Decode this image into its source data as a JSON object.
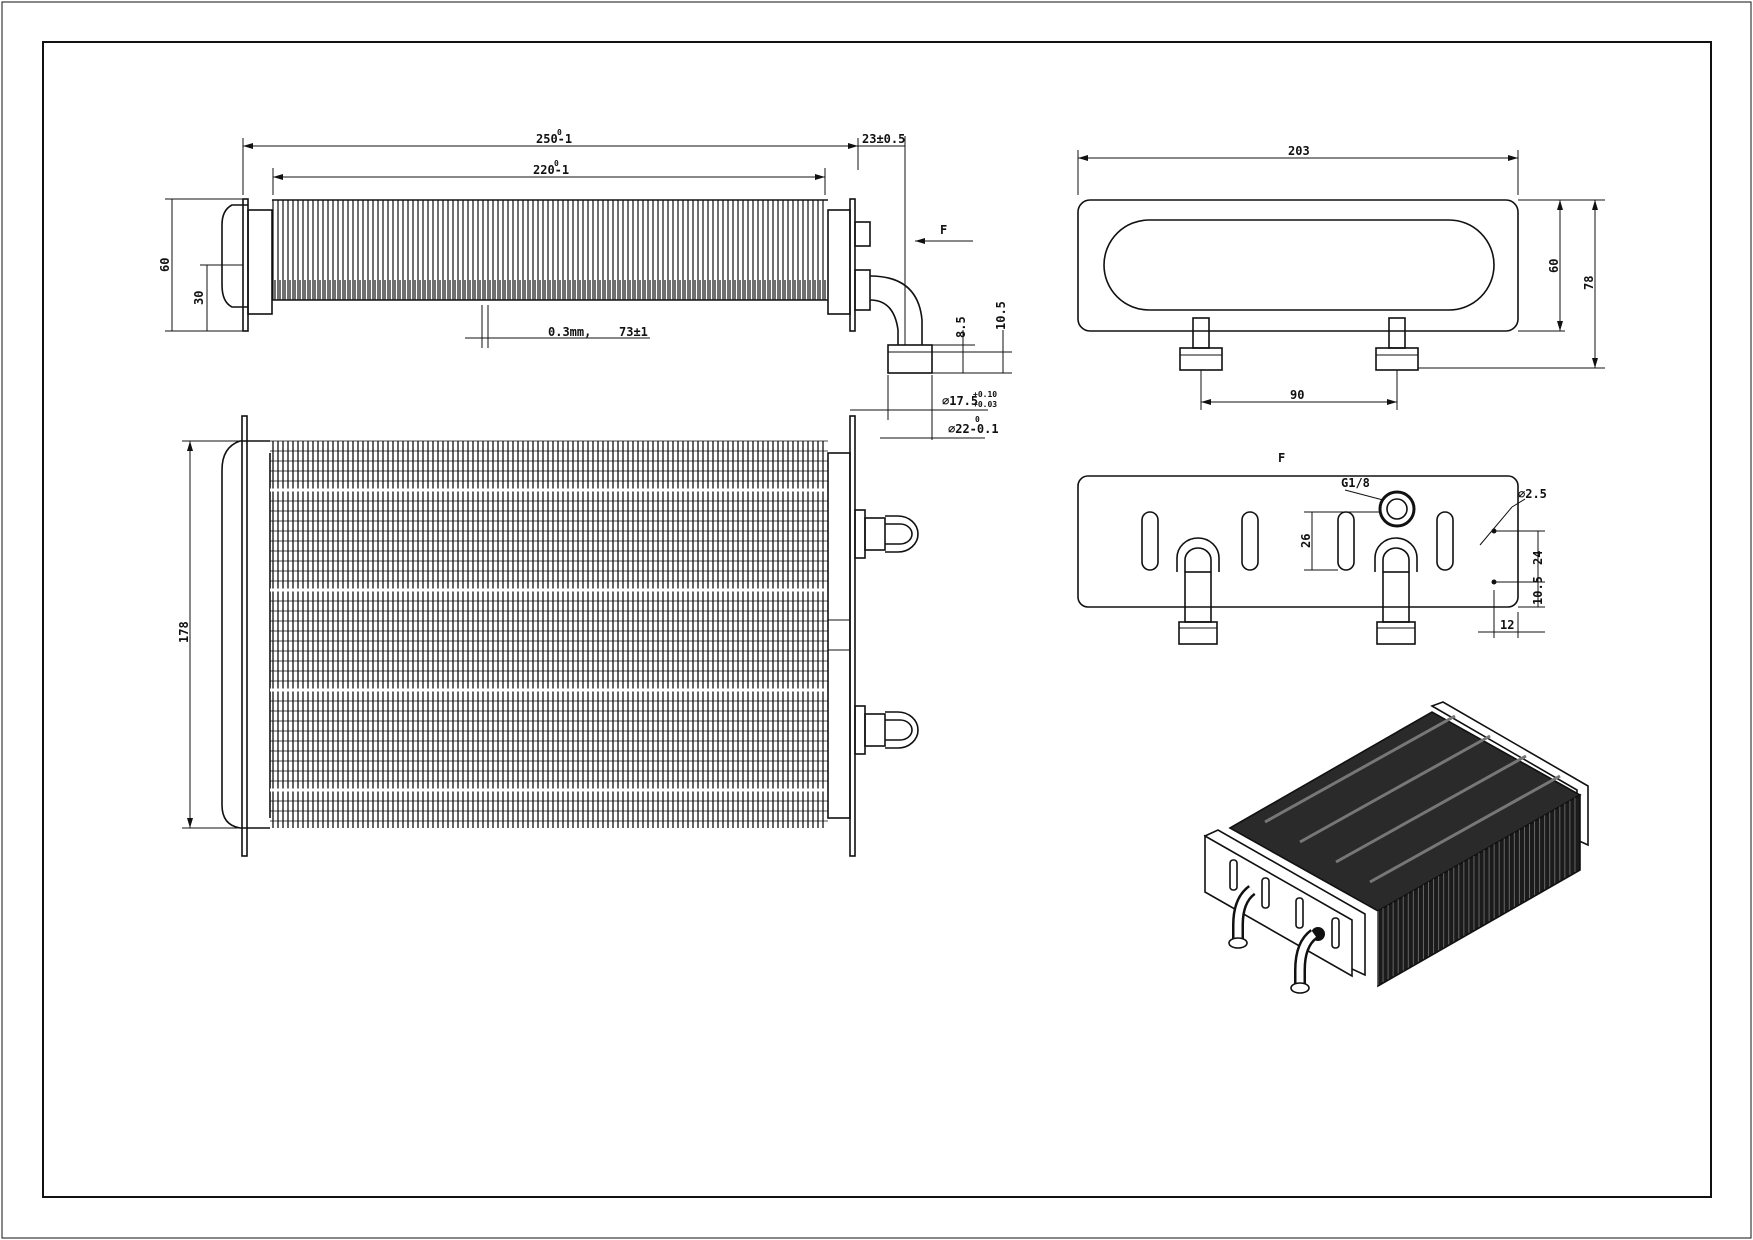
{
  "drawing": {
    "top_view": {
      "dim_total_length": "250-1",
      "dim_total_length_tol_upper": "0",
      "dim_fin_length": "220-1",
      "dim_fin_length_tol_upper": "0",
      "dim_pipe_offset": "23±0.5",
      "dim_height": "60",
      "dim_half_height": "30",
      "dim_fin_spec": "0.3mm,",
      "dim_fin_count": "73±1",
      "view_label": "F",
      "dim_pipe_h1": "8.5",
      "dim_pipe_h2": "10.5",
      "dim_inner_dia": "⌀17.5",
      "dim_inner_dia_tol_upper": "+0.10",
      "dim_inner_dia_tol_lower": "+0.03",
      "dim_outer_dia": "⌀22-0.1",
      "dim_outer_dia_tol_upper": "0"
    },
    "front_view": {
      "dim_height": "178"
    },
    "side_view": {
      "dim_width": "203",
      "dim_inner_height": "60",
      "dim_total_height": "78",
      "dim_pipe_spacing": "90"
    },
    "end_view": {
      "view_label": "F",
      "thread_label": "G1/8",
      "dim_hole_dia": "⌀2.5",
      "dim_slot": "26",
      "dim_hole_v1": "24",
      "dim_hole_v2": "10.5",
      "dim_hole_h": "12"
    },
    "iso_view": {
      "icon": "heat-exchanger-3d-icon"
    }
  }
}
